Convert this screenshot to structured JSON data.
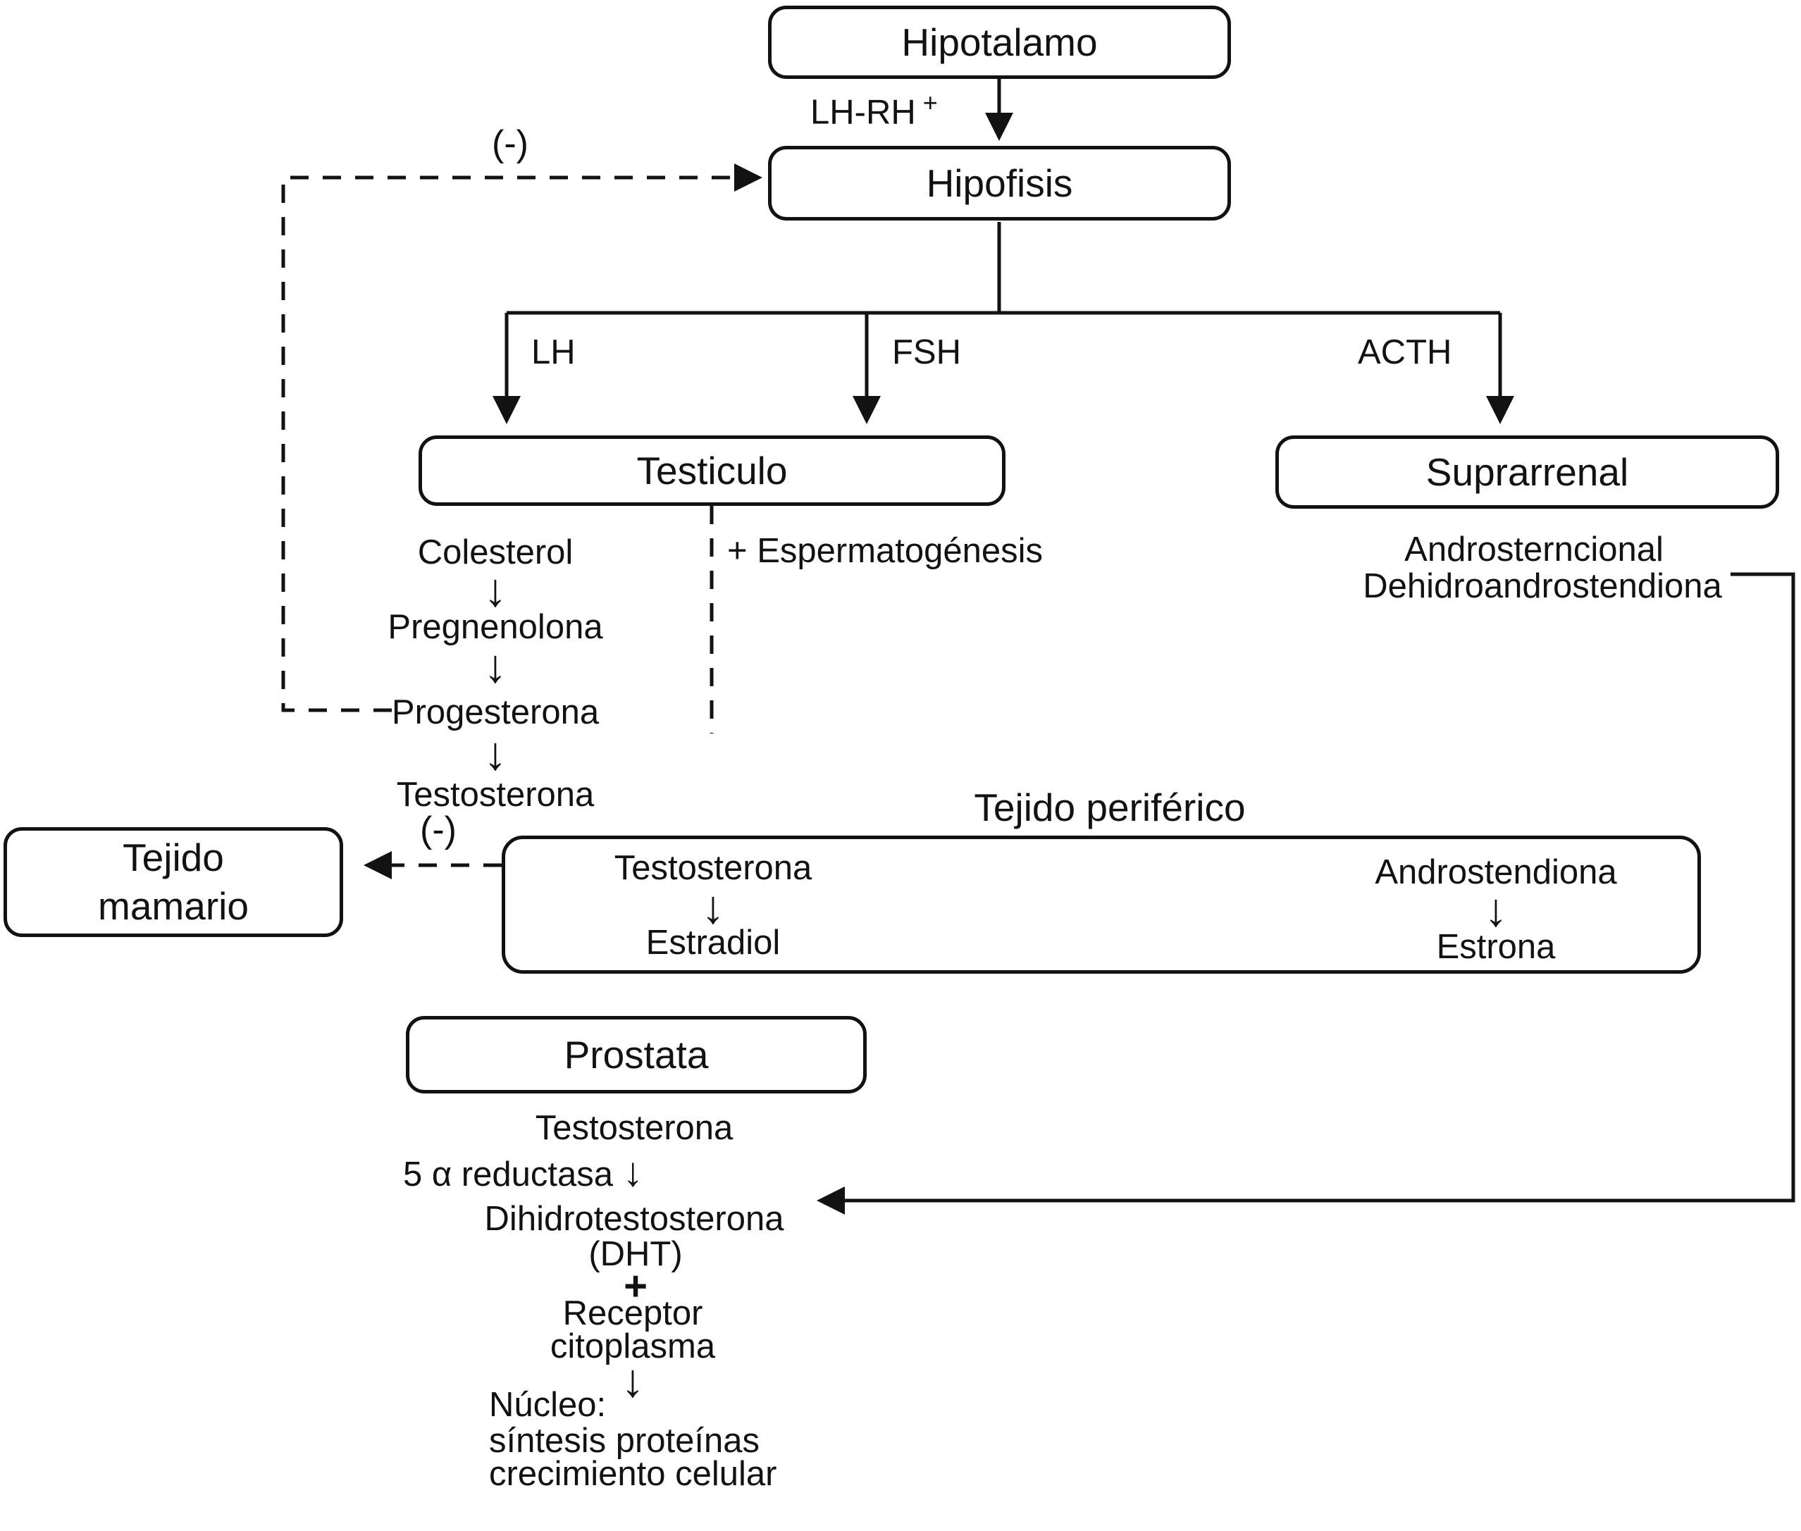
{
  "colors": {
    "ink": "#121212",
    "bg": "#ffffff"
  },
  "boxes": {
    "hipotalamo": "Hipotalamo",
    "hipofisis": "Hipofisis",
    "testiculo": "Testiculo",
    "suprarrenal": "Suprarrenal",
    "prostata": "Prostata",
    "tejido_mamario_line1": "Tejido",
    "tejido_mamario_line2": "mamario"
  },
  "hormones": {
    "lhrh": "LH-RH",
    "lhrh_sup": "+",
    "lh": "LH",
    "fsh": "FSH",
    "acth": "ACTH"
  },
  "feedback": {
    "neg_to_hipofisis": "(-)",
    "neg_to_mamario": "(-)"
  },
  "testiculo_chain": {
    "items": [
      "Colesterol",
      "Pregnenolona",
      "Progesterona",
      "Testosterona"
    ],
    "side_note": "+ Espermatogénesis"
  },
  "suprarrenal_output": {
    "line1": "Androsterncional",
    "line2": "Dehidroandrostendiona"
  },
  "periferico": {
    "title": "Tejido periférico",
    "left_top": "Testosterona",
    "left_bottom": "Estradiol",
    "right_top": "Androstendiona",
    "right_bottom": "Estrona"
  },
  "prostata_chain": {
    "testosterona": "Testosterona",
    "enzyme": "5 α reductasa",
    "dht": "Dihidrotestosterona",
    "dht_abbr": "(DHT)",
    "plus": "+",
    "receptor_line1": "Receptor",
    "receptor_line2": "citoplasma",
    "nucleo": "Núcleo:",
    "sintesis": "síntesis proteínas",
    "crecimiento": "crecimiento celular"
  },
  "glyphs": {
    "down_arrow": "↓"
  }
}
